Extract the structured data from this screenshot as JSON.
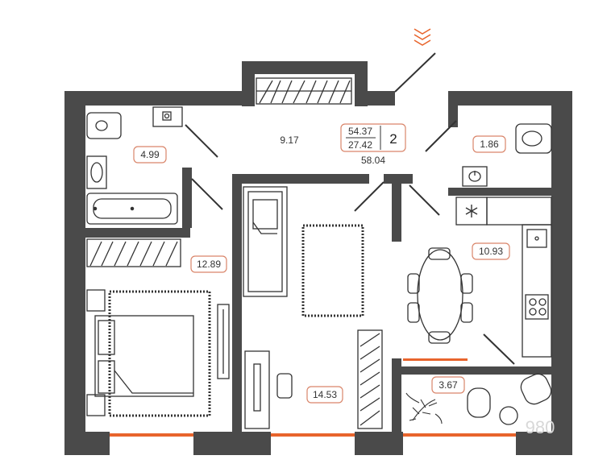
{
  "summary": {
    "living_area": "54.37",
    "kitchen_area": "27.42",
    "rooms": "2",
    "total_area": "58.04"
  },
  "rooms": {
    "bathroom": "4.99",
    "hall": "9.17",
    "toilet": "1.86",
    "bedroom": "12.89",
    "kitchen": "10.93",
    "living_room": "14.53",
    "balcony": "3.67"
  },
  "watermark": "980",
  "colors": {
    "wall": "#4a4a4a",
    "accent": "#e8642c",
    "label_border": "#d9856a"
  },
  "icons": [
    "north-arrow-icon",
    "fridge-icon",
    "plant-icon"
  ]
}
